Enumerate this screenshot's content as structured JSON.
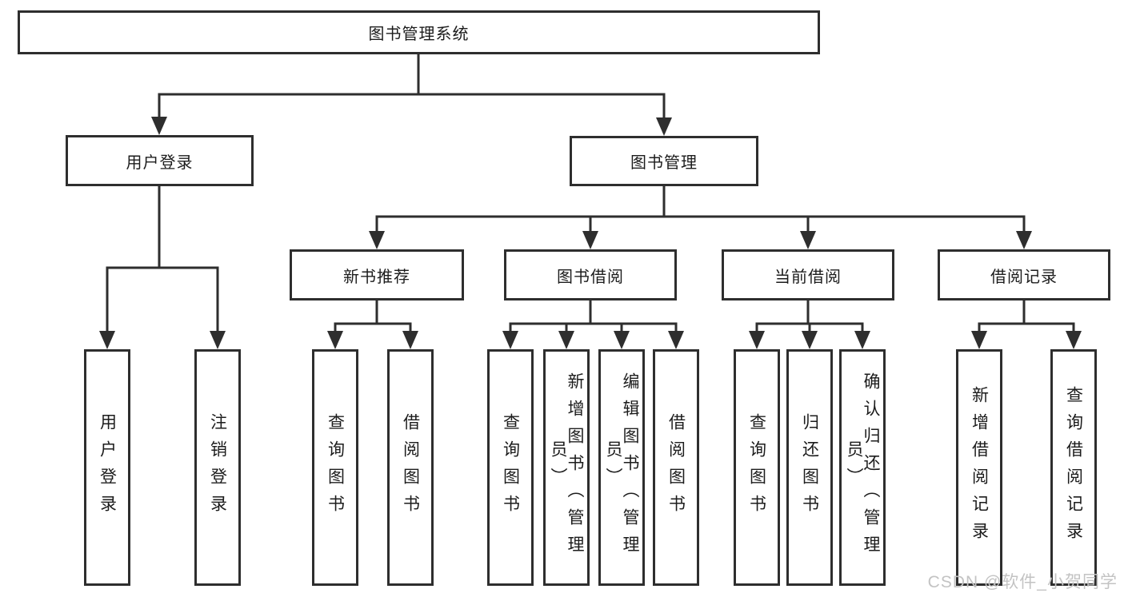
{
  "diagram": {
    "title": "图书管理系统",
    "root": {
      "label": "图书管理系统"
    },
    "level2": [
      {
        "label": "用户登录"
      },
      {
        "label": "图书管理"
      }
    ],
    "level3": [
      {
        "label": "新书推荐"
      },
      {
        "label": "图书借阅"
      },
      {
        "label": "当前借阅"
      },
      {
        "label": "借阅记录"
      }
    ],
    "leaves": [
      {
        "label": "用户登录",
        "parent": "用户登录"
      },
      {
        "label": "注销登录",
        "parent": "用户登录"
      },
      {
        "label": "查询图书",
        "parent": "新书推荐"
      },
      {
        "label": "借阅图书",
        "parent": "新书推荐"
      },
      {
        "label": "查询图书",
        "parent": "图书借阅"
      },
      {
        "label": "新增图书（管理员）",
        "parent": "图书借阅"
      },
      {
        "label": "编辑图书（管理员）",
        "parent": "图书借阅"
      },
      {
        "label": "借阅图书",
        "parent": "图书借阅"
      },
      {
        "label": "查询图书",
        "parent": "当前借阅"
      },
      {
        "label": "归还图书",
        "parent": "当前借阅"
      },
      {
        "label": "确认归还（管理员）",
        "parent": "当前借阅"
      },
      {
        "label": "新增借阅记录",
        "parent": "借阅记录"
      },
      {
        "label": "查询借阅记录",
        "parent": "借阅记录"
      }
    ],
    "watermark": "CSDN @软件_小贺同学",
    "colors": {
      "line": "#2e2e2e",
      "text": "#1c1c1c",
      "watermark_text": "#c3c3c3",
      "background": "#ffffff"
    }
  }
}
